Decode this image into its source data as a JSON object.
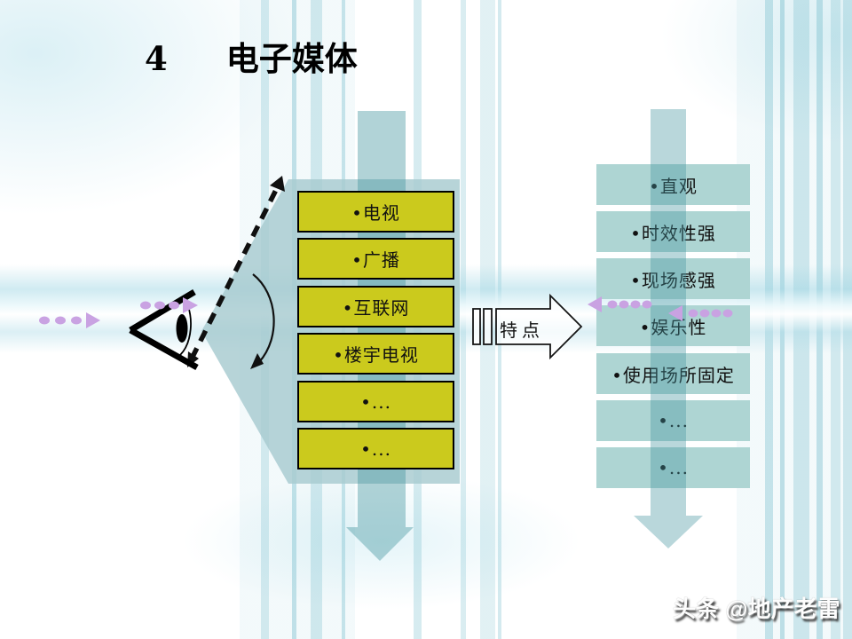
{
  "title": {
    "number": "4",
    "text": "电子媒体"
  },
  "media_boxes": {
    "items": [
      "•电视",
      "•广播",
      "•互联网",
      "•楼宇电视",
      "•...",
      "•..."
    ]
  },
  "feature_boxes": {
    "items": [
      "•直观",
      "•时效性强",
      "•现场感强",
      "•娱乐性",
      "•使用场所固定",
      "•...",
      "•..."
    ]
  },
  "arrow": {
    "label": "特点"
  },
  "watermark": {
    "text": "头条 @地产老雷"
  },
  "icons": {
    "eye": "eye-icon",
    "dashed_arrow": "dashed-arrow-icon",
    "curved_arrow": "curved-arrow-icon",
    "purple_dotted_arrows": "dotted-arrow-icon",
    "big_down_arrows": "down-arrow-icon",
    "striped_arrow": "striped-right-arrow-icon"
  },
  "colors": {
    "media_box_fill": "#cbca1d",
    "feature_box_fill": "#aed5d3",
    "pentagon_fill": "#a7cad0",
    "flow_arrow_teal": "#4696a0",
    "accent_purple": "#c9a2e2",
    "title_color": "#000000",
    "watermark_color": "#fdfdfd"
  }
}
